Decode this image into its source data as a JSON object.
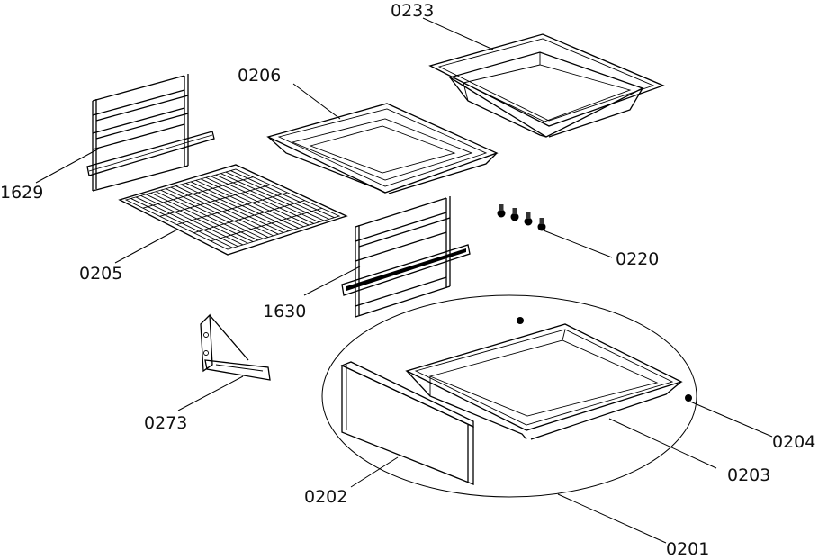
{
  "labels": {
    "p0233": "0233",
    "p0206": "0206",
    "p1629": "1629",
    "p0205": "0205",
    "p0220": "0220",
    "p1630": "1630",
    "p0273": "0273",
    "p0204": "0204",
    "p0203": "0203",
    "p0202": "0202",
    "p0201": "0201"
  }
}
